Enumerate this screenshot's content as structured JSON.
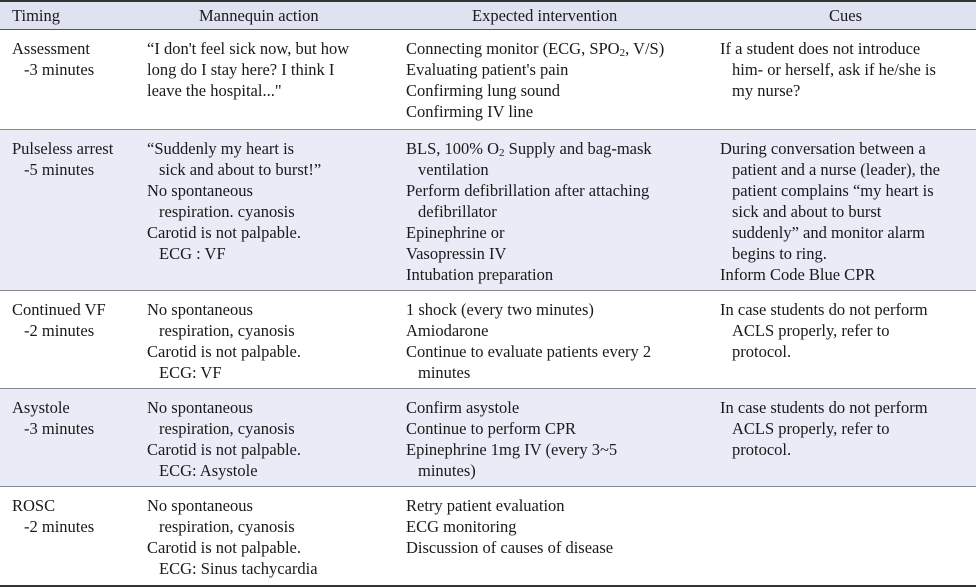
{
  "headers": [
    "Timing",
    "Mannequin action",
    "Expected intervention",
    "Cues"
  ],
  "rows": [
    {
      "timing": [
        "Assessment",
        "-3 minutes"
      ],
      "mannequin": [
        "“I don't feel sick now, but how",
        "long do I stay here? I think I",
        "leave the hospital...\""
      ],
      "intervention": [
        "Connecting monitor (ECG, SPO",
        "Evaluating patient's pain",
        "Confirming lung sound",
        "Confirming IV line"
      ],
      "intervention_sub": "2",
      "intervention_tail": ", V/S)",
      "cues": [
        "If a student does not introduce",
        "him- or herself, ask if he/she is",
        "my nurse?"
      ]
    },
    {
      "timing": [
        "Pulseless arrest",
        "-5 minutes"
      ],
      "mannequin": [
        "“Suddenly my heart is",
        "sick and about to burst!”",
        "No spontaneous",
        "respiration. cyanosis",
        "Carotid is not palpable.",
        "ECG : VF"
      ],
      "intervention": [
        "BLS, 100% O",
        "ventilation",
        "Perform defibrillation after attaching",
        "defibrillator",
        "Epinephrine or",
        "Vasopressin IV",
        "Intubation preparation"
      ],
      "intervention_sub": "2",
      "intervention_tail": " Supply and bag-mask",
      "cues": [
        "During conversation between a",
        "patient and a nurse (leader), the",
        "patient complains “my heart is",
        "sick and about to burst",
        "suddenly” and monitor alarm",
        "begins to ring.",
        "Inform Code Blue CPR"
      ]
    },
    {
      "timing": [
        "Continued VF",
        "-2 minutes"
      ],
      "mannequin": [
        "No spontaneous",
        "respiration, cyanosis",
        "Carotid is not palpable.",
        "ECG: VF"
      ],
      "intervention": [
        "1 shock (every two minutes)",
        "Amiodarone",
        "Continue to evaluate patients every 2",
        "minutes"
      ],
      "cues": [
        "In case students do not perform",
        "ACLS properly, refer to",
        "protocol."
      ]
    },
    {
      "timing": [
        "Asystole",
        "-3 minutes"
      ],
      "mannequin": [
        "No spontaneous",
        "respiration, cyanosis",
        "Carotid is not palpable.",
        "ECG: Asystole"
      ],
      "intervention": [
        "Confirm asystole",
        "Continue to perform CPR",
        "Epinephrine 1mg IV (every 3~5",
        "minutes)"
      ],
      "cues": [
        "In case students do not perform",
        "ACLS properly, refer to",
        "protocol."
      ]
    },
    {
      "timing": [
        "ROSC",
        "-2 minutes"
      ],
      "mannequin": [
        "No spontaneous",
        "respiration, cyanosis",
        "Carotid is not palpable.",
        "ECG: Sinus tachycardia"
      ],
      "intervention": [
        "Retry patient evaluation",
        "ECG monitoring",
        "Discussion of causes of disease"
      ],
      "cues": []
    }
  ]
}
